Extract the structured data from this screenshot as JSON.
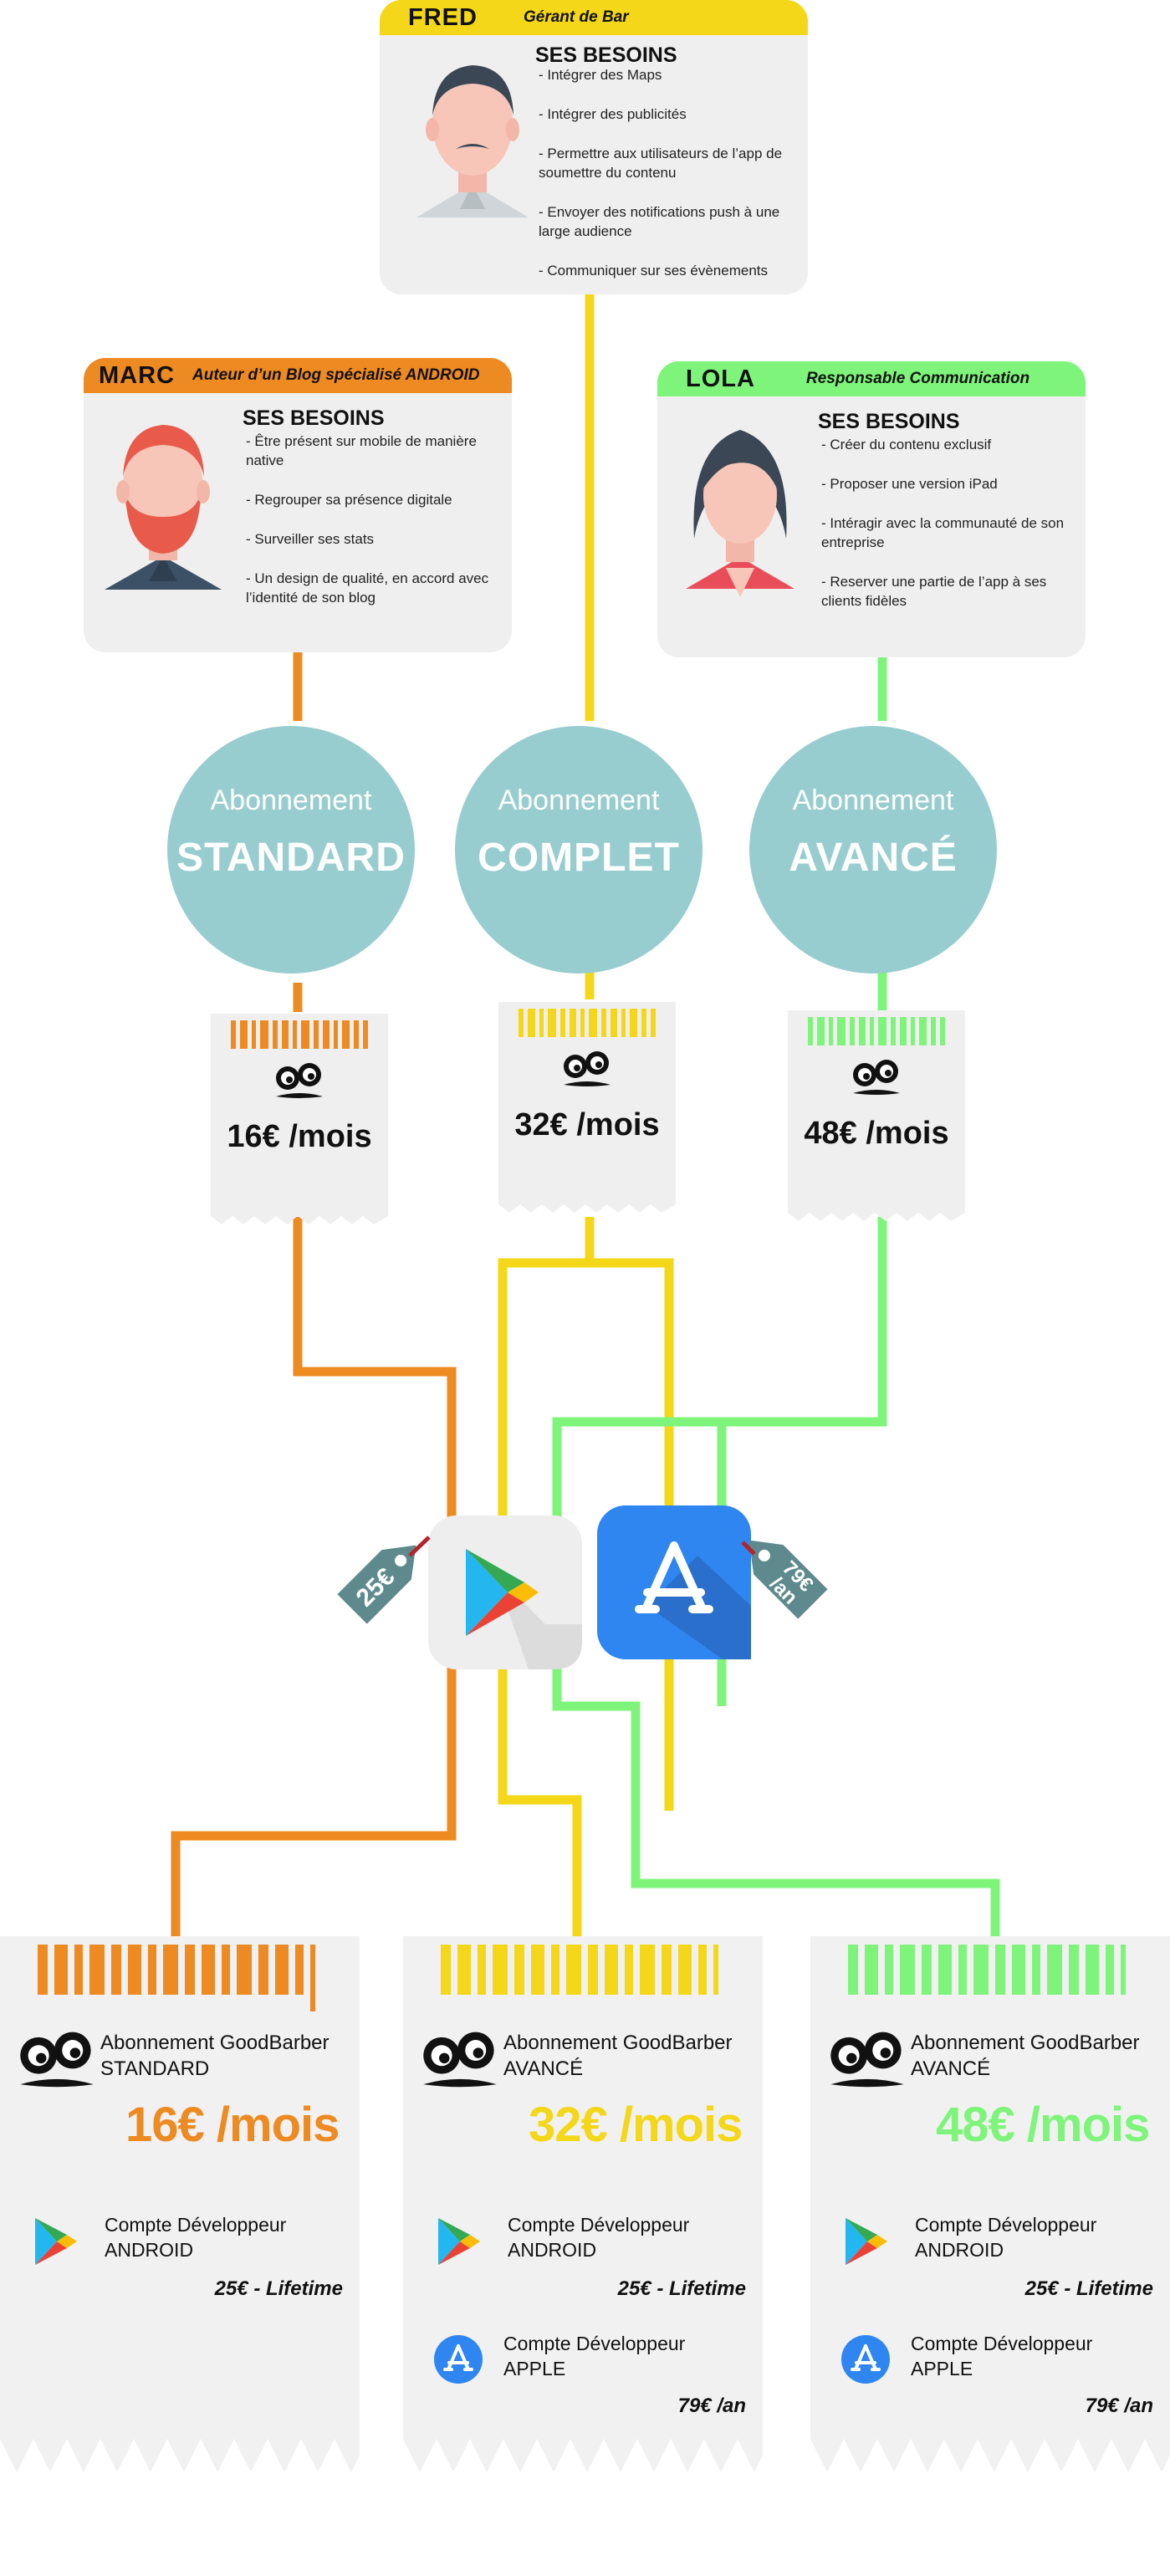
{
  "personas": {
    "fred": {
      "name": "FRED",
      "role": "Gérant de Bar",
      "needs_title": "SES BESOINS",
      "needs": [
        "- Intégrer des Maps",
        "- Intégrer des publicités",
        "- Permettre aux utilisateurs de l’app de soumettre du contenu",
        "- Envoyer des notifications push à une large audience",
        "- Communiquer sur ses évènements"
      ],
      "color": "#f4d718"
    },
    "marc": {
      "name": "MARC",
      "role": "Auteur d’un Blog spécialisé ANDROID",
      "needs_title": "SES BESOINS",
      "needs": [
        "- Être présent sur mobile de manière native",
        "- Regrouper sa présence digitale",
        "- Surveiller ses stats",
        "- Un design de qualité, en accord avec l’identité de son blog"
      ],
      "color": "#ee8a22"
    },
    "lola": {
      "name": "LOLA",
      "role": "Responsable Communication",
      "needs_title": "SES BESOINS",
      "needs": [
        "- Créer du contenu exclusif",
        "- Proposer une version iPad",
        "- Intéragir avec la communauté de son entreprise",
        "- Reserver une partie de l’app à ses clients fidèles"
      ],
      "color": "#7ef57a"
    }
  },
  "subscriptions": [
    {
      "sub": "Abonnement",
      "main": "STANDARD",
      "price": "16€ /mois",
      "color": "#ee8a22"
    },
    {
      "sub": "Abonnement",
      "main": "COMPLET",
      "price": "32€ /mois",
      "color": "#f4d718"
    },
    {
      "sub": "Abonnement",
      "main": "AVANCÉ",
      "price": "48€ /mois",
      "color": "#7ef57a"
    }
  ],
  "stores": {
    "google": {
      "icon": "google-play-icon",
      "tag": "25€"
    },
    "apple": {
      "icon": "app-store-icon",
      "tag_line1": "79€",
      "tag_line2": "/an"
    }
  },
  "receipts": [
    {
      "line1": "Abonnement GoodBarber",
      "line2": "STANDARD",
      "price": "16€ /mois",
      "color": "#ee8a22",
      "android_label1": "Compte Développeur",
      "android_label2": "ANDROID",
      "android_cost": "25€ - Lifetime"
    },
    {
      "line1": "Abonnement GoodBarber",
      "line2": "AVANCÉ",
      "price": "32€ /mois",
      "color": "#f4d718",
      "android_label1": "Compte Développeur",
      "android_label2": "ANDROID",
      "android_cost": "25€ - Lifetime",
      "apple_label1": "Compte Développeur",
      "apple_label2": "APPLE",
      "apple_cost": "79€ /an"
    },
    {
      "line1": "Abonnement GoodBarber",
      "line2": "AVANCÉ",
      "price": "48€ /mois",
      "color": "#7ef57a",
      "android_label1": "Compte Développeur",
      "android_label2": "ANDROID",
      "android_cost": "25€ - Lifetime",
      "apple_label1": "Compte Développeur",
      "apple_label2": "APPLE",
      "apple_cost": "79€ /an"
    }
  ],
  "colors": {
    "circle": "#98cdd0",
    "tag": "#5f8a8d",
    "apple_blue": "#2f86f0"
  }
}
